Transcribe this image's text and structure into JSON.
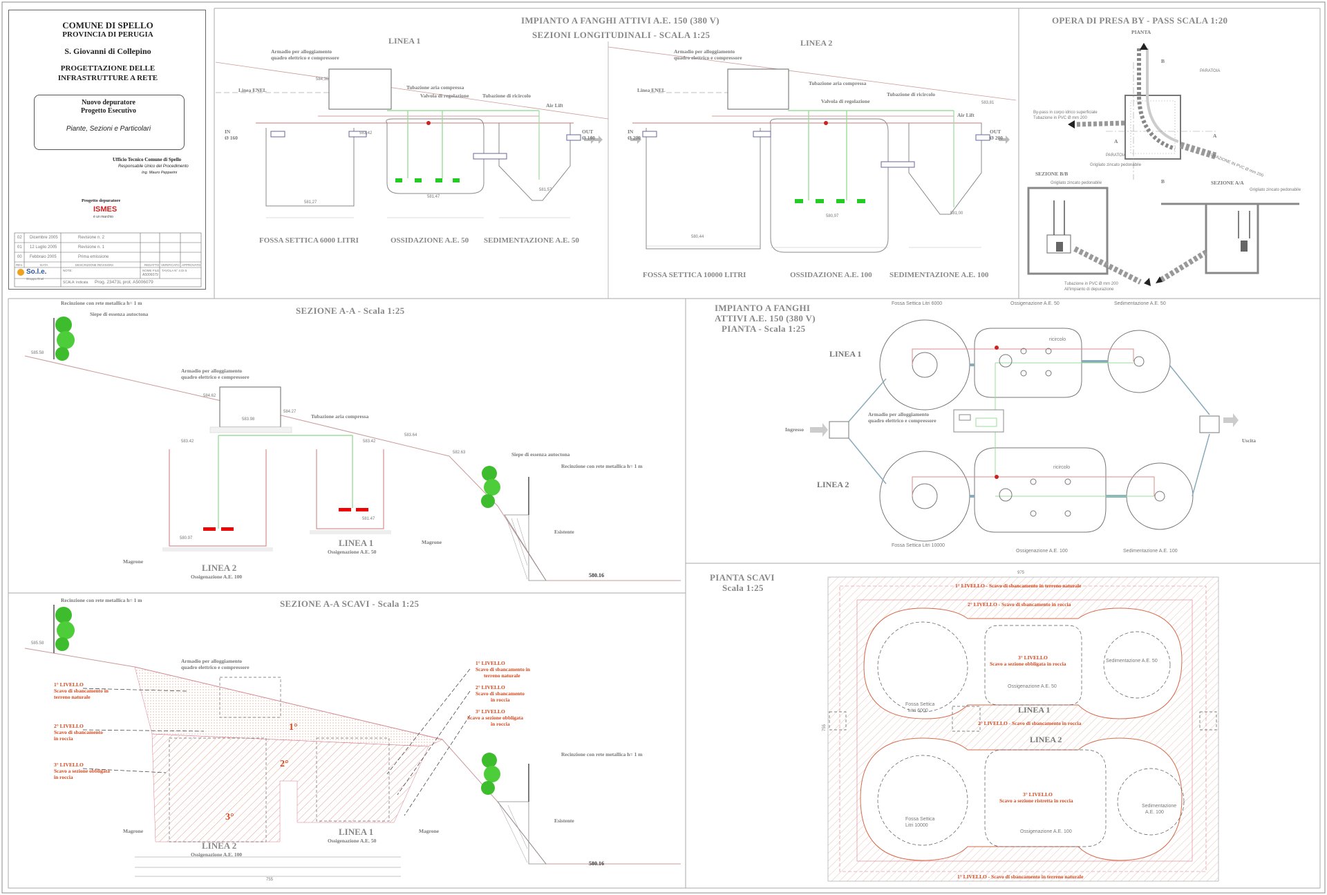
{
  "title_block": {
    "municipality": "COMUNE DI SPELLO",
    "province": "PROVINCIA DI PERUGIA",
    "location": "S. Giovanni di Collepino",
    "project_line1": "PROGETTAZIONE DELLE",
    "project_line2": "INFRASTRUTTURE A RETE",
    "subject_line1": "Nuovo depuratore",
    "subject_line2": "Progetto Esecutivo",
    "subject_desc": "Piante, Sezioni e Particolari",
    "office": "Ufficio Tecnico Comune di Spello",
    "rup": "Responsabile Unico del Procedimento",
    "engineer": "Ing. Mauro Pepparini",
    "designer_label": "Progetto depuratore",
    "designer_logo": "ISMES",
    "designer_sub": "è un marchio",
    "revisions": [
      {
        "rev": "02",
        "date": "Dicembre 2005",
        "desc": "Revisione n. 2"
      },
      {
        "rev": "01",
        "date": "12 Luglio 2005",
        "desc": "Revisione n. 1"
      },
      {
        "rev": "00",
        "date": "Febbraio 2005",
        "desc": "Prima emissione"
      }
    ],
    "rev_headers": [
      "REV.",
      "DATA",
      "DESCRIZIONE REVISIONI",
      "REDATTO",
      "VERIFICATO",
      "APPROVATO"
    ],
    "company": "So.l.e.",
    "company_sub": "Gruppo Enel",
    "note_label": "NOTE:",
    "file_label": "NOME FILE:",
    "file_name": "A5006079",
    "table_label": "TAVOLA N° 4 DI 5",
    "scale_label": "SCALA: indicata",
    "prog_label": "Prog. 23473L  prot. A5006079"
  },
  "panel_long": {
    "title1": "IMPIANTO A FANGHI ATTIVI  A.E. 150 (380 V)",
    "title2": "SEZIONI LONGITUDINALI - SCALA 1:25",
    "linea1": "LINEA 1",
    "linea2": "LINEA 2",
    "armadio1": "Armadio per alloggiamento",
    "armadio2": "quadro elettrico e compressore",
    "enel": "Linea ENEL",
    "aria": "Tubazione aria compressa",
    "valvola": "Valvola di regolazione",
    "ricircolo": "Tubazione di ricircolo",
    "airlift": "Air Lift",
    "in1": "IN",
    "in1d": "Ø 160",
    "out1": "OUT",
    "out1d": "Ø 160",
    "in2": "IN",
    "in2d": "Ø 200",
    "out2": "OUT",
    "out2d": "Ø 200",
    "fossa1": "FOSSA SETTICA 6000 LITRI",
    "ossid1": "OSSIDAZIONE A.E. 50",
    "sedim1": "SEDIMENTAZIONE A.E. 50",
    "fossa2": "FOSSA SETTICA 10000 LITRI",
    "ossid2": "OSSIDAZIONE A.E. 100",
    "sedim2": "SEDIMENTAZIONE A.E. 100",
    "q1": "584,36",
    "q2": "583,81",
    "q3": "583,42",
    "q4": "581,27",
    "q5": "581,47",
    "q6": "581,57",
    "q7": "580,97",
    "q8": "580,44",
    "q9": "581,00"
  },
  "panel_presa": {
    "title": "OPERA DI PRESA BY - PASS SCALA 1:20",
    "pianta": "PIANTA",
    "paratoia": "PARATOIA",
    "bypass1": "By-pass in corpo idrico superficiale",
    "bypass2": "Tubazione in PVC Ø mm 200",
    "griglia": "Grigliato zincato pedonabile",
    "tubazione": "TUBAZIONE IN PVC Ø mm 200",
    "sez_bb": "SEZIONE B/B",
    "sez_aa": "SEZIONE A/A",
    "letA": "A",
    "letB": "B",
    "tub_out1": "Tubazione in PVC Ø mm 200",
    "tub_out2": "All'impianto di depurazione"
  },
  "panel_sez_aa": {
    "title": "SEZIONE A-A - Scala 1:25",
    "recinzione": "Recinzione con rete metallica h= 1 m",
    "siepe": "Siepe di essenza autoctona",
    "armadio1": "Armadio per alloggiamento",
    "armadio2": "quadro elettrico e compressore",
    "aria": "Tubazione aria compressa",
    "linea2": "LINEA 2",
    "linea2_sub": "Ossigenazione A.E. 100",
    "linea1": "LINEA 1",
    "linea1_sub": "Ossigenazione A.E. 50",
    "magrone": "Magrone",
    "esistente": "Esistente",
    "q1": "585.58",
    "q2": "584.62",
    "q3": "584.27",
    "q4": "583.98",
    "q5": "583.64",
    "q6": "583.42",
    "q7": "582.63",
    "q8": "581.47",
    "q9": "580.97",
    "q10": "580.16"
  },
  "panel_scavi": {
    "title": "SEZIONE A-A SCAVI  - Scala 1:25",
    "liv1": "1° LIVELLO",
    "liv1_sub1": "Scavo di sbancamento in",
    "liv1_sub2": "terreno naturale",
    "liv2": "2° LIVELLO",
    "liv2_sub1": "Scavo di sbancamento",
    "liv2_sub2": "in roccia",
    "liv3": "3° LIVELLO",
    "liv3_sub1": "Scavo a sezione obbligata",
    "liv3_sub2": "in roccia",
    "r1": "1° LIVELLO",
    "r1a": "Scavo di sbancamento in",
    "r1b": "terreno naturale",
    "r2": "2° LIVELLO",
    "r2a": "Scavo di sbancamento",
    "r2b": "in roccia",
    "r3": "3° LIVELLO",
    "r3a": "Scavo a sezione obbligata",
    "r3b": "in roccia",
    "zone1": "1°",
    "zone2": "2°",
    "zone3": "3°",
    "linea2": "LINEA 2",
    "linea2_sub": "Ossigenazione A.E. 100",
    "linea1": "LINEA 1",
    "linea1_sub": "Ossigenazione A.E. 50",
    "magrone": "Magrone",
    "esistente": "Esistente",
    "recinzione": "Recinzione con rete metallica h= 1 m",
    "armadio1": "Armadio per alloggiamento",
    "armadio2": "quadro elettrico e compressore",
    "q1": "585.58",
    "q10": "580.16",
    "dim_total": "755"
  },
  "panel_pianta": {
    "title1": "IMPIANTO A FANGHI",
    "title2": "ATTIVI A.E. 150 (380 V)",
    "title3": "PIANTA - Scala 1:25",
    "linea1": "LINEA 1",
    "linea2": "LINEA 2",
    "fossa1": "Fossa Settica Litri 6000",
    "ossig1": "Ossigenazione A.E. 50",
    "sedim1": "Sedimentazione A.E. 50",
    "fossa2": "Fossa Settica Litri 10000",
    "ossig2": "Ossigenazione A.E. 100",
    "sedim2": "Sedimentazione A.E. 100",
    "ricircolo": "ricircolo",
    "ingresso": "Ingresso",
    "uscita": "Uscita",
    "armadio1": "Armadio per alloggiamento",
    "armadio2": "quadro elettrico e compressore"
  },
  "panel_pianta_scavi": {
    "title1": "PIANTA SCAVI",
    "title2": "Scala 1:25",
    "top": "1° LIVELLO - Scavo di sbancamento in terreno naturale",
    "second": "2° LIVELLO - Scavo di sbancamento in roccia",
    "third1": "3° LIVELLO",
    "third1_sub": "Scavo a sezione obbligata in roccia",
    "mid": "2° LIVELLO - Scavo di sbancamento in roccia",
    "third2": "3° LIVELLO",
    "third2_sub": "Scavo a sezione ristretta in roccia",
    "bottom": "1° LIVELLO - Scavo di sbancamento in terreno naturale",
    "linea1": "LINEA 1",
    "linea2": "LINEA 2",
    "fossa1a": "Fossa Settica",
    "fossa1b": "Litri 6000",
    "ossig1": "Ossigenazione A.E. 50",
    "sedim1": "Sedimentazione A.E. 50",
    "fossa2a": "Fossa Settica",
    "fossa2b": "Litri 10000",
    "ossig2": "Ossigenazione A.E. 100",
    "sedim2a": "Sedimentazione",
    "sedim2b": "A.E. 100",
    "dim_w": "975",
    "dim_h": "755"
  }
}
